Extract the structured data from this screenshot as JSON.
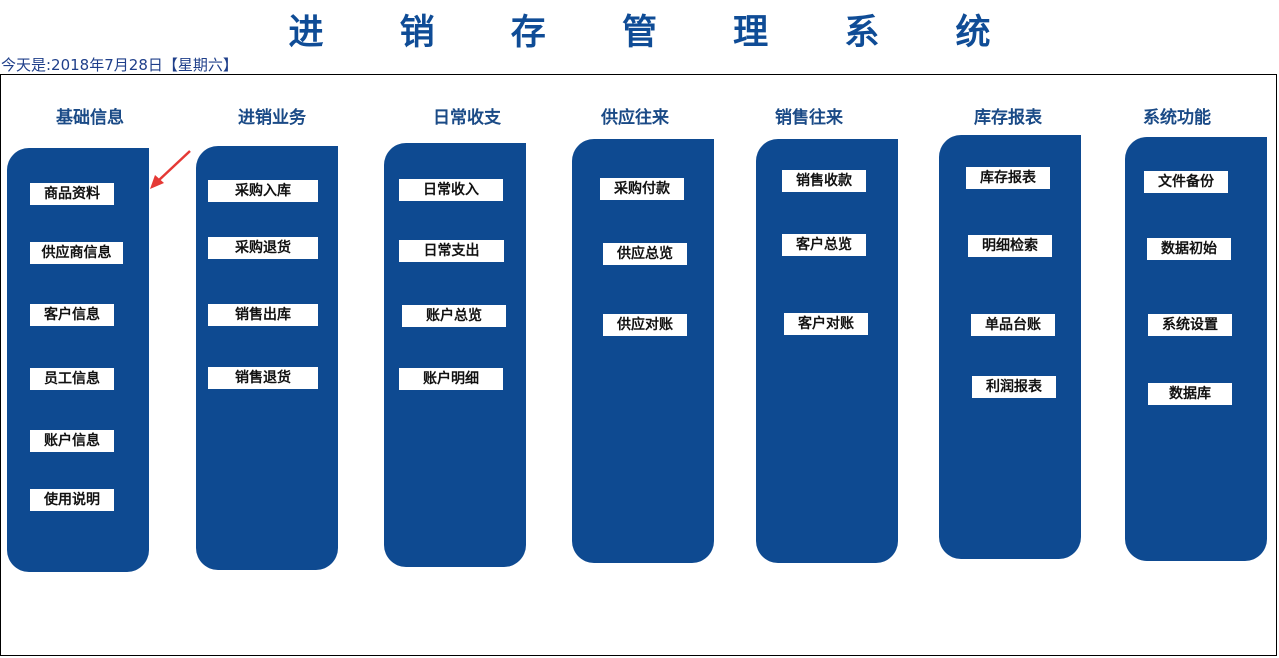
{
  "title": "进 销 存 管 理 系 统",
  "date_text": "今天是:2018年7月28日【星期六】",
  "columns": [
    {
      "header": "基础信息",
      "buttons": [
        "商品资料",
        "供应商信息",
        "客户信息",
        "员工信息",
        "账户信息",
        "使用说明"
      ]
    },
    {
      "header": "进销业务",
      "buttons": [
        "采购入库",
        "采购退货",
        "销售出库",
        "销售退货"
      ]
    },
    {
      "header": "日常收支",
      "buttons": [
        "日常收入",
        "日常支出",
        "账户总览",
        "账户明细"
      ]
    },
    {
      "header": "供应往来",
      "buttons": [
        "采购付款",
        "供应总览",
        "供应对账"
      ]
    },
    {
      "header": "销售往来",
      "buttons": [
        "销售收款",
        "客户总览",
        "客户对账"
      ]
    },
    {
      "header": "库存报表",
      "buttons": [
        "库存报表",
        "明细检索",
        "单品台账",
        "利润报表"
      ]
    },
    {
      "header": "系统功能",
      "buttons": [
        "文件备份",
        "数据初始",
        "系统设置",
        "数据库"
      ]
    }
  ],
  "colors": {
    "panel": "#0e4a91",
    "title": "#0f4c96",
    "arrow": "#e53935"
  }
}
